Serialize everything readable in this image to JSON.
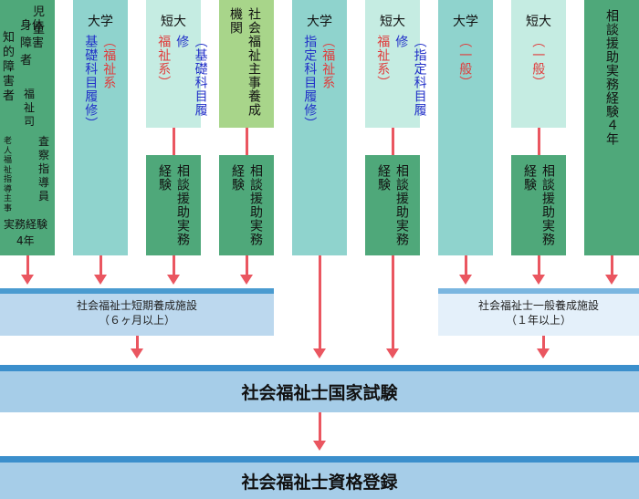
{
  "columns": {
    "c1": {
      "title_line1": "児童",
      "title_line2": "身体障害者",
      "title_line3": "知的障害者",
      "title_right": "福祉司",
      "sub1": "査察指導員",
      "sub2": "老人福祉指導主事",
      "exp_line1": "実務経験",
      "exp_line2": "4年"
    },
    "c2": {
      "header": "大学",
      "text_red": "（福祉系",
      "text_blue": "基礎科目履修）"
    },
    "c3": {
      "header": "短大",
      "text_blue": "（基礎科目履修",
      "text_red": "福祉系）",
      "experience": "相談援助実務経験"
    },
    "c4": {
      "header": "社会福祉主事養成機関",
      "experience": "相談援助実務経験"
    },
    "c5": {
      "header": "大学",
      "text_red": "（福祉系",
      "text_blue": "指定科目履修）"
    },
    "c6": {
      "header": "短大",
      "text_blue": "（指定科目履修",
      "text_red": "福祉系）",
      "experience": "相談援助実務経験"
    },
    "c7": {
      "header": "大学",
      "text_red": "（一般）"
    },
    "c8": {
      "header": "短大",
      "text_red": "（一般）",
      "experience": "相談援助実務経験"
    },
    "c9": {
      "text": "相談援助実務経験４年"
    }
  },
  "facilities": {
    "short": {
      "line1": "社会福祉士短期養成施設",
      "line2": "（６ヶ月以上）"
    },
    "general": {
      "line1": "社会福祉士一般養成施設",
      "line2": "（１年以上）"
    }
  },
  "exam": "社会福祉士国家試験",
  "registration": "社会福祉士資格登録",
  "colors": {
    "teal": "#8fd3cd",
    "mint": "#c5ece2",
    "green": "#4fa87a",
    "lime": "#a8d58a",
    "arrow": "#ea5660",
    "band": "#a6cde8",
    "band_strip": "#3b8fcc",
    "text_red": "#e03c3c",
    "text_blue": "#2230c8"
  }
}
